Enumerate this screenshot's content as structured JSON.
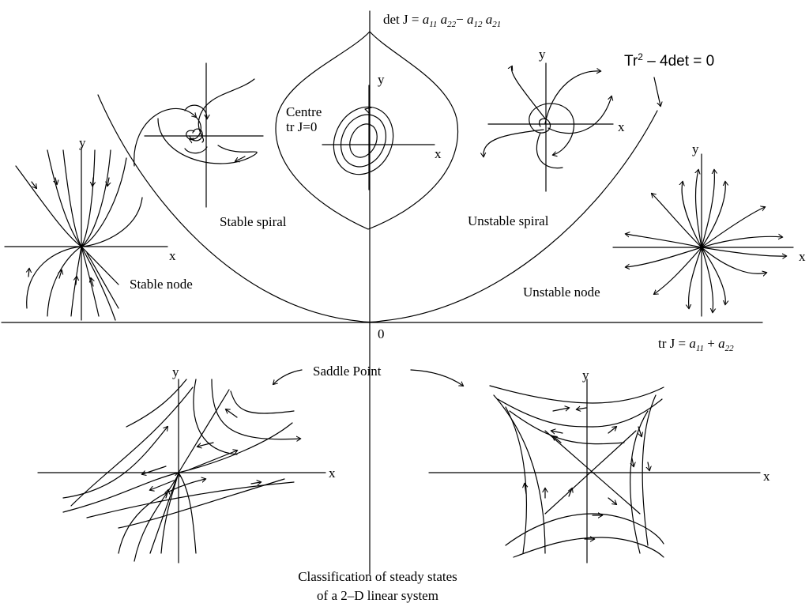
{
  "axes": {
    "vertical_formula": {
      "prefix": "det J = ",
      "a": "a",
      "a_sub": "11",
      "b": "a",
      "b_sub": "22",
      "minus": "−",
      "c": "a",
      "c_sub": "12",
      "d": "a",
      "d_sub": "21"
    },
    "horizontal_formula": {
      "prefix": "tr J = ",
      "a": "a",
      "a_sub": "11",
      "plus": " + ",
      "b": "a",
      "b_sub": "22"
    },
    "origin_label": "0"
  },
  "parabola_label": {
    "prefix": "Tr",
    "power": "2",
    "rest": " – 4det = 0"
  },
  "regions": {
    "stable_spiral": "Stable spiral",
    "unstable_spiral": "Unstable spiral",
    "stable_node": "Stable node",
    "unstable_node": "Unstable node",
    "centre_line1": "Centre",
    "centre_line2": "tr J=0",
    "saddle_point": "Saddle Point"
  },
  "axis_letters": {
    "x": "x",
    "y": "y"
  },
  "caption": {
    "line1": "Classification of steady states",
    "line2": "of a 2–D linear system"
  },
  "colors": {
    "ink": "#000000",
    "background": "#ffffff"
  }
}
